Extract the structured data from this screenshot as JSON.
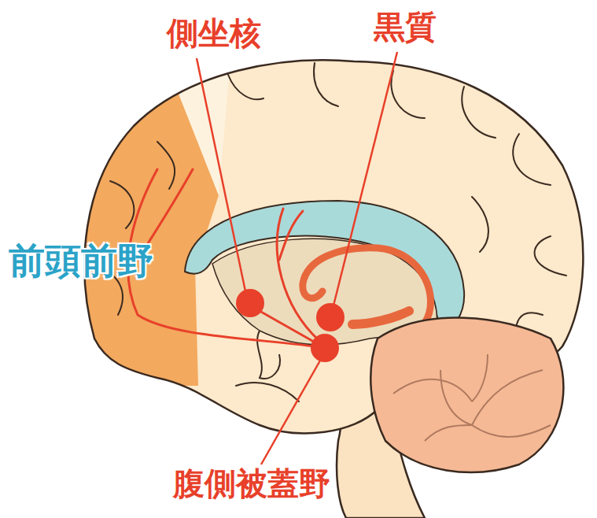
{
  "diagram": {
    "labels": [
      "側坐核",
      "黒質",
      "前頭前野",
      "腹側被蓋野"
    ]
  }
}
